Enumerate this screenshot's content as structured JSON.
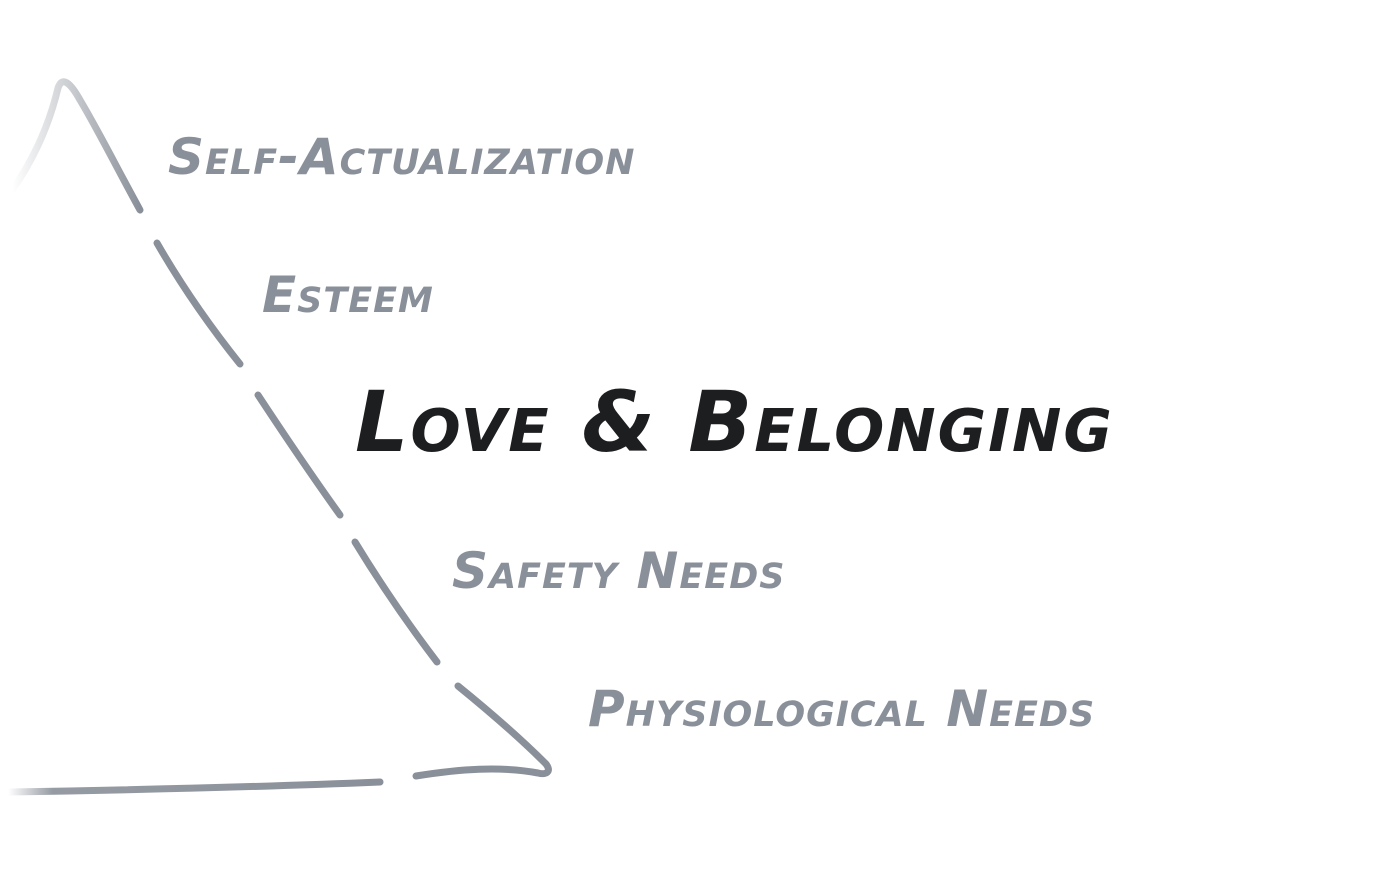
{
  "diagram": {
    "levels": [
      {
        "id": "self-actualization",
        "label": "Self-Actualization",
        "highlighted": false
      },
      {
        "id": "esteem",
        "label": "Esteem",
        "highlighted": false
      },
      {
        "id": "love-belonging",
        "label": "Love & Belonging",
        "highlighted": true
      },
      {
        "id": "safety",
        "label": "Safety Needs",
        "highlighted": false
      },
      {
        "id": "physiological",
        "label": "Physiological Needs",
        "highlighted": false
      }
    ]
  },
  "colors": {
    "muted_text": "#8a9099",
    "highlight_text": "#1d1e20",
    "outline": "#8a9099",
    "background": "#ffffff"
  }
}
